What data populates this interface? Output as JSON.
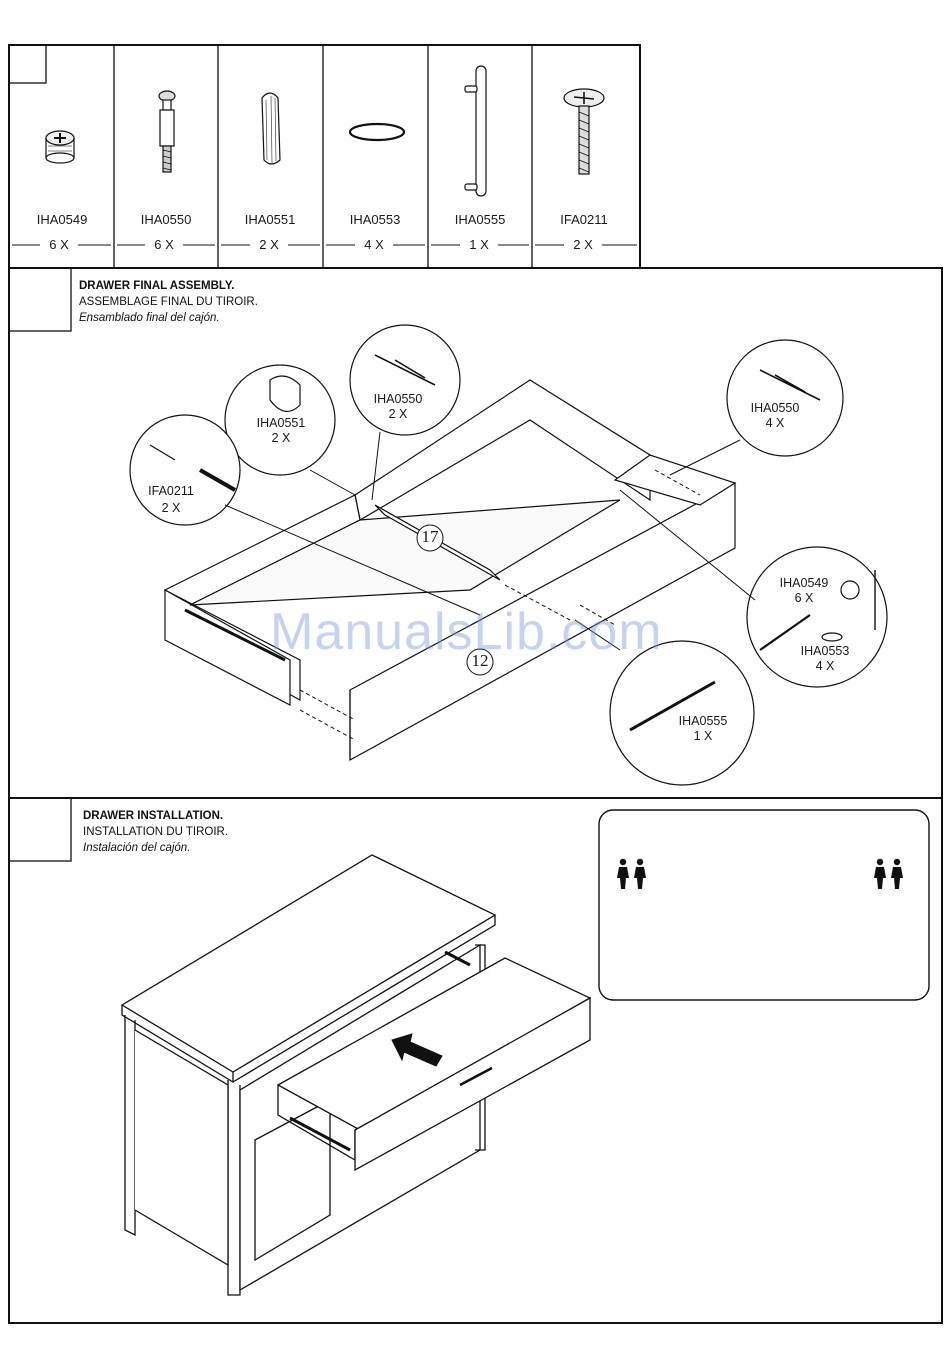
{
  "parts": [
    {
      "code": "IHA0549",
      "qty": "6 X",
      "icon": "cam-lock-icon"
    },
    {
      "code": "IHA0550",
      "qty": "6 X",
      "icon": "cam-bolt-icon"
    },
    {
      "code": "IHA0551",
      "qty": "2 X",
      "icon": "wooden-dowel-icon"
    },
    {
      "code": "IHA0553",
      "qty": "4 X",
      "icon": "washer-icon"
    },
    {
      "code": "IHA0555",
      "qty": "1 X",
      "icon": "drawer-handle-icon"
    },
    {
      "code": "IFA0211",
      "qty": "2 X",
      "icon": "screw-icon"
    }
  ],
  "step_drawer_assembly": {
    "title_en": "DRAWER FINAL ASSEMBLY.",
    "title_fr": "ASSEMBLAGE FINAL DU TIROIR.",
    "title_es": "Ensamblado final del cajón.",
    "callouts": [
      {
        "code": "IHA0551",
        "qty": "2 X"
      },
      {
        "code": "IHA0550",
        "qty": "2 X"
      },
      {
        "code": "IFA0211",
        "qty": "2 X"
      },
      {
        "code": "IHA0550",
        "qty": "4 X"
      },
      {
        "code": "IHA0549",
        "qty": "6 X"
      },
      {
        "code": "IHA0553",
        "qty": "4 X"
      },
      {
        "code": "IHA0555",
        "qty": "1 X"
      }
    ],
    "panel_numbers": [
      "17",
      "12"
    ]
  },
  "step_drawer_install": {
    "title_en": "DRAWER INSTALLATION.",
    "title_fr": "INSTALLATION DU TIROIR.",
    "title_es": "Instalación del cajón.",
    "icons": [
      "two-person-icon",
      "two-person-icon"
    ]
  },
  "watermark": "ManualsLib.com"
}
